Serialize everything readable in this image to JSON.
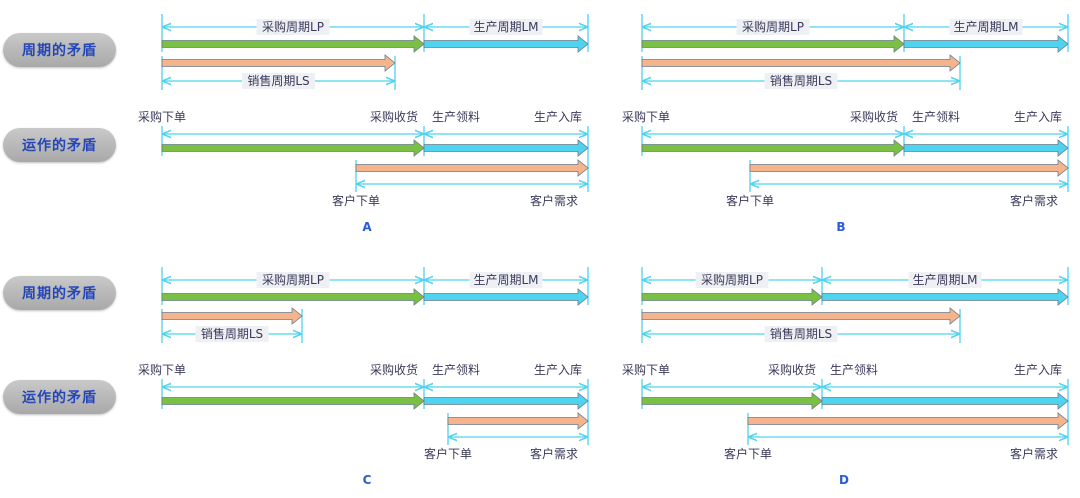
{
  "row_labels": {
    "cycle": "周期的矛盾",
    "operation": "运作的矛盾"
  },
  "labels": {
    "lp": "采购周期LP",
    "lm": "生产周期LM",
    "ls": "销售周期LS",
    "purchase_order": "采购下单",
    "purchase_receive": "采购收货",
    "production_pick": "生产领料",
    "production_store": "生产入库",
    "customer_order": "客户下单",
    "customer_demand": "客户需求"
  },
  "panels": [
    {
      "letter": "A"
    },
    {
      "letter": "B"
    },
    {
      "letter": "C"
    },
    {
      "letter": "D"
    }
  ],
  "colors": {
    "green": "#7ac143",
    "cyan": "#4fd3ee",
    "orange": "#f5b48b",
    "dim_line": "#4fd3ee",
    "text": "#3a3a5a",
    "pill_text": "#2446b8",
    "letter": "#2b5bd7"
  }
}
